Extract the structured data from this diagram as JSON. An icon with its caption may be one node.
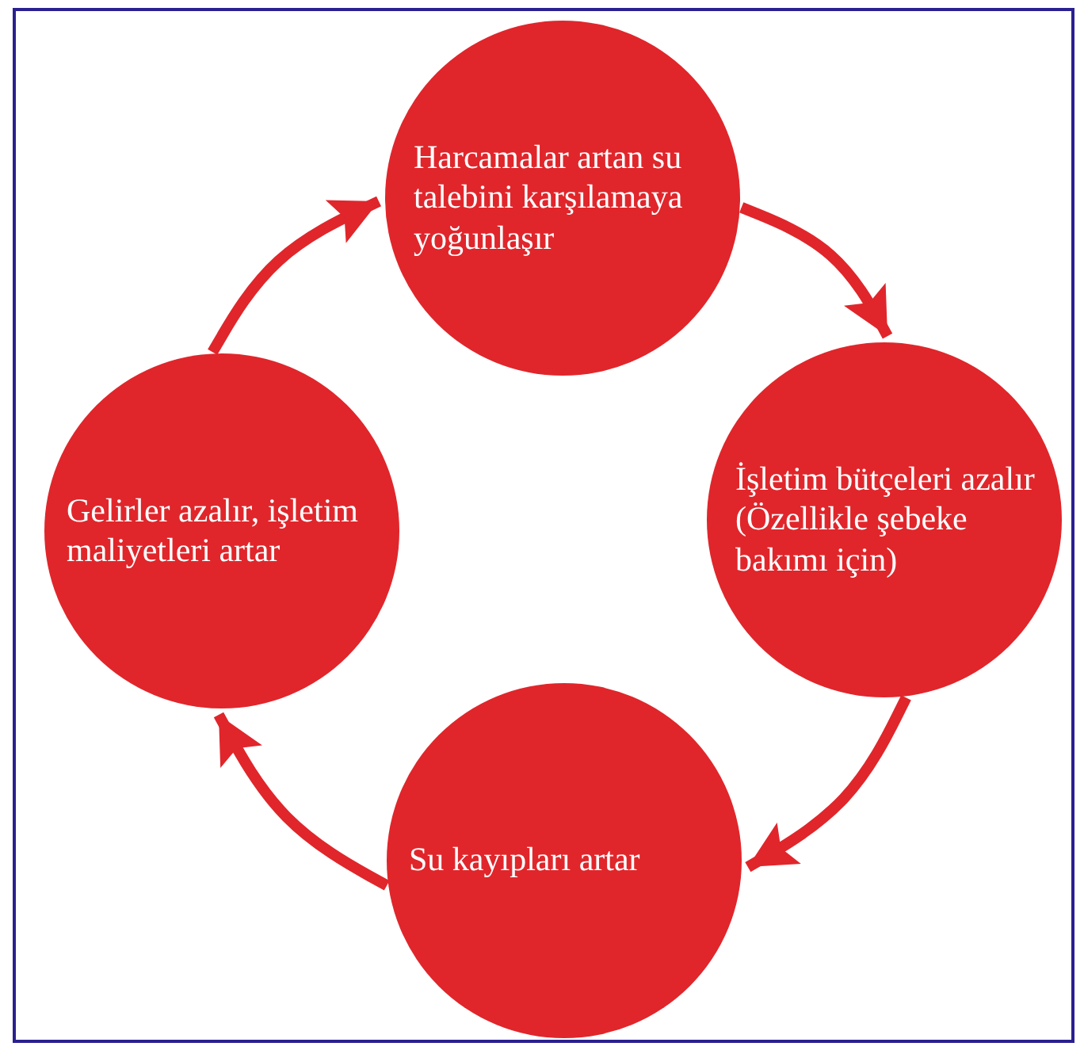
{
  "diagram": {
    "nodes": [
      {
        "text": [
          "Harcamalar artan su talebini karşılamaya yoğunlaşır"
        ]
      },
      {
        "text": [
          "İşletim bütçeleri azalır (Özellikle şebeke bakımı için)"
        ]
      },
      {
        "text": [
          "Su kayıpları artar"
        ]
      },
      {
        "text": [
          "Gelirler azalır, işletim maliyetleri artar"
        ]
      }
    ],
    "edges": [
      {
        "from": 0,
        "to": 1,
        "arrow": "to"
      },
      {
        "from": 1,
        "to": 2,
        "arrow": "to"
      },
      {
        "from": 2,
        "to": 3,
        "arrow": "to"
      },
      {
        "from": 3,
        "to": 0,
        "arrow": "to"
      }
    ]
  }
}
